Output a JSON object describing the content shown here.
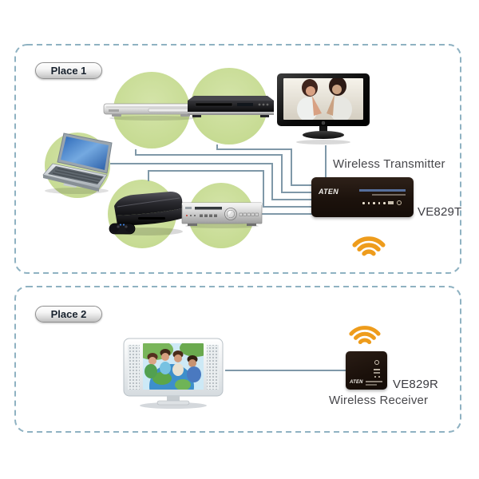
{
  "colors": {
    "dashed_border": "#8fb2c2",
    "device_circle_green": "#c9dd99",
    "connection_line": "#7f98a8",
    "wifi_orange": "#ee9c1c",
    "unit_black": "#1f1510",
    "label_text": "#47474b"
  },
  "place1": {
    "label": "Place 1",
    "devices": [
      "slim-dvd-player",
      "dvd-player",
      "laptop",
      "game-console",
      "av-receiver",
      "flat-screen-tv"
    ],
    "transmitter": {
      "brand": "ATEN",
      "label": "Wireless Transmitter",
      "model": "VE829T"
    }
  },
  "place2": {
    "label": "Place 2",
    "devices": [
      "white-tv"
    ],
    "receiver": {
      "brand": "ATEN",
      "label": "Wireless Receiver",
      "model": "VE829R"
    }
  }
}
